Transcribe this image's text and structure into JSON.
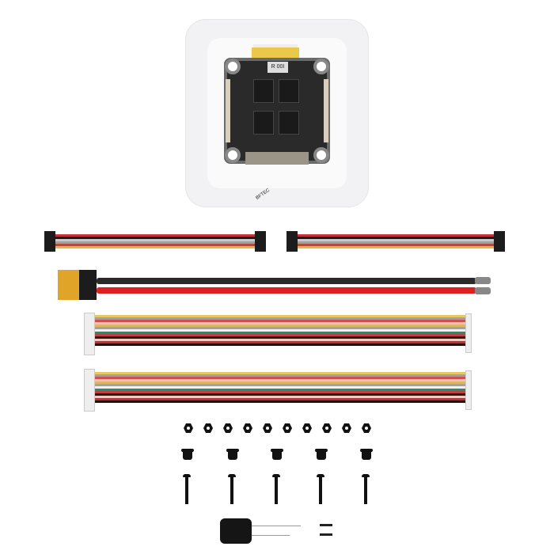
{
  "image": {
    "description": "Product kit photo: flight controller / ESC board in clear plastic case with accessories",
    "background": "#ffffff"
  },
  "board": {
    "chip_label": "R 00I",
    "sticker_text": "BFTEC",
    "colors": {
      "pcb": "#2a2a2a",
      "frame": "#6a6a6a",
      "tab": "#e9c84a"
    }
  },
  "cables": {
    "short_jst_cables": [
      {
        "colors": [
          "#c8323a",
          "#1a1a1a",
          "#c9c9c9",
          "#a0a0a0",
          "#b04a3a",
          "#e5b540"
        ]
      },
      {
        "colors": [
          "#c8323a",
          "#1a1a1a",
          "#c9c9c9",
          "#a0a0a0",
          "#b04a3a",
          "#e5b540"
        ]
      }
    ],
    "power_lead": {
      "connector": "XT60",
      "wires": [
        "#2a2a2a",
        "#e02020"
      ]
    },
    "ribbon_cables": [
      {
        "colors": [
          "#e8c860",
          "#a0a0a0",
          "#d05050",
          "#f2c0b8",
          "#d8b860",
          "#a8a0a0",
          "#f0f0f0",
          "#2a8a6a",
          "#c04040",
          "#2a1a1a",
          "#f8c8c0",
          "#c03030",
          "#201010"
        ]
      },
      {
        "colors": [
          "#e8c860",
          "#a0a0a0",
          "#d05050",
          "#f2c0b8",
          "#d8b860",
          "#a8a0a0",
          "#f0f0f0",
          "#2a8a6a",
          "#c04040",
          "#2a1a1a",
          "#f8c8c0",
          "#c03030",
          "#201010"
        ]
      }
    ]
  },
  "hardware": {
    "nuts_count": 10,
    "standoffs_count": 5,
    "screws_count": 5,
    "capacitor_count": 1,
    "heat_shrink_count": 2
  }
}
